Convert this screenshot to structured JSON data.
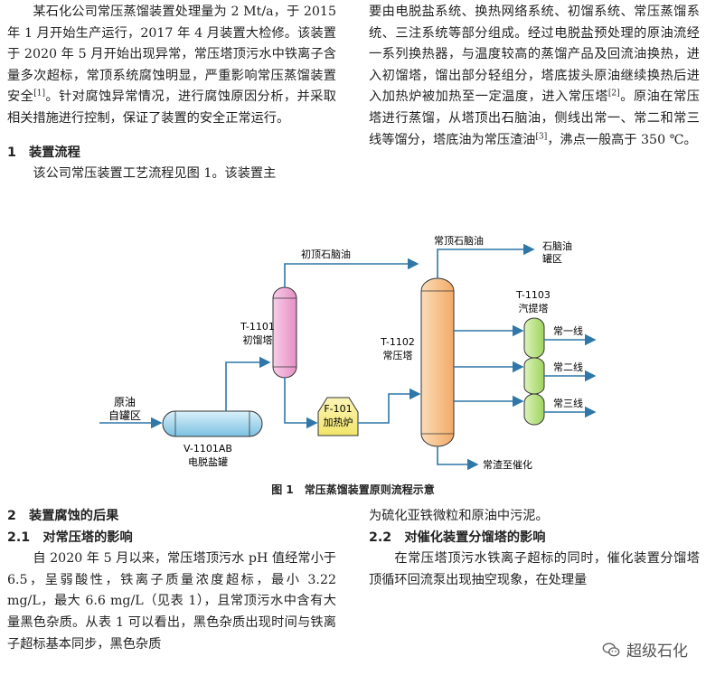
{
  "left_top": {
    "p1": "某石化公司常压蒸馏装置处理量为 2 Mt/a，于 2015 年 1 月开始生产运行，2017 年 4 月装置大检修。该装置于 2020 年 5 月开始出现异常，常压塔顶污水中铁离子含量多次超标，常顶系统腐蚀明显，严重影响常压蒸馏装置安全",
    "p1_ref": "[1]",
    "p1_tail": "。针对腐蚀异常情况，进行腐蚀原因分析，并采取相关措施进行控制，保证了装置的安全正常运行。",
    "sec1_title": "1　装置流程",
    "sec1_p": "该公司常压装置工艺流程见图 1。该装置主"
  },
  "right_top": {
    "p_a": "要由电脱盐系统、换热网络系统、初馏系统、常压蒸馏系统、三注系统等部分组成。经过电脱盐预处理的原油流经一系列换热器，与温度较高的蒸馏产品及回流油换热，进入初馏塔，馏出部分轻组分，塔底拔头原油继续换热后进入加热炉被加热至一定温度，进入常压塔",
    "ref2": "[2]",
    "p_b": "。原油在常压塔进行蒸馏，从塔顶出石脑油，侧线出常一、常二和常三线等馏分，塔底油为常压渣油",
    "ref3": "[3]",
    "p_c": "，沸点一般高于 350 ℃。"
  },
  "figure": {
    "caption": "图 1　常压蒸馏装置原则流程示意",
    "crude_label_1": "原油",
    "crude_label_2": "自罐区",
    "desalter_id": "V-1101AB",
    "desalter_name": "电脱盐罐",
    "pre_id": "T-1101",
    "pre_name": "初馏塔",
    "pre_top": "初顶石脑油",
    "furnace_id": "F-101",
    "furnace_name": "加热炉",
    "atm_id": "T-1102",
    "atm_name": "常压塔",
    "atm_top": "常顶石脑油",
    "naphtha_tank_1": "石脑油",
    "naphtha_tank_2": "罐区",
    "stripper_id": "T-1103",
    "stripper_name": "汽提塔",
    "line1": "常一线",
    "line2": "常二线",
    "line3": "常三线",
    "residue": "常渣至催化",
    "colors": {
      "desalter": "#8fcbe8",
      "pre_tower": "#f0a6d4",
      "furnace": "#f8ee8a",
      "atm_tower": "#f7c28a",
      "stripper": "#b9e27f",
      "flow": "#2e77a8"
    }
  },
  "left_bot": {
    "sec2_title": "2　装置腐蚀的后果",
    "sec21_title": "2.1　对常压塔的影响",
    "p": "自 2020 年 5 月以来，常压塔顶污水 pH 值经常小于 6.5，呈弱酸性，铁离子质量浓度超标，最小 3.22 mg/L，最大 6.6 mg/L（见表 1），且常顶污水中含有大量黑色杂质。从表 1 可以看出，黑色杂质出现时间与铁离子超标基本同步，黑色杂质"
  },
  "right_bot": {
    "p0": "为硫化亚铁微粒和原油中污泥。",
    "sec22_title": "2.2　对催化装置分馏塔的影响",
    "p": "在常压塔顶污水铁离子超标的同时，催化装置分馏塔顶循环回流泵出现抽空现象，在处理量"
  },
  "watermark": {
    "text": "超级石化",
    "icon": "wechat-icon"
  }
}
